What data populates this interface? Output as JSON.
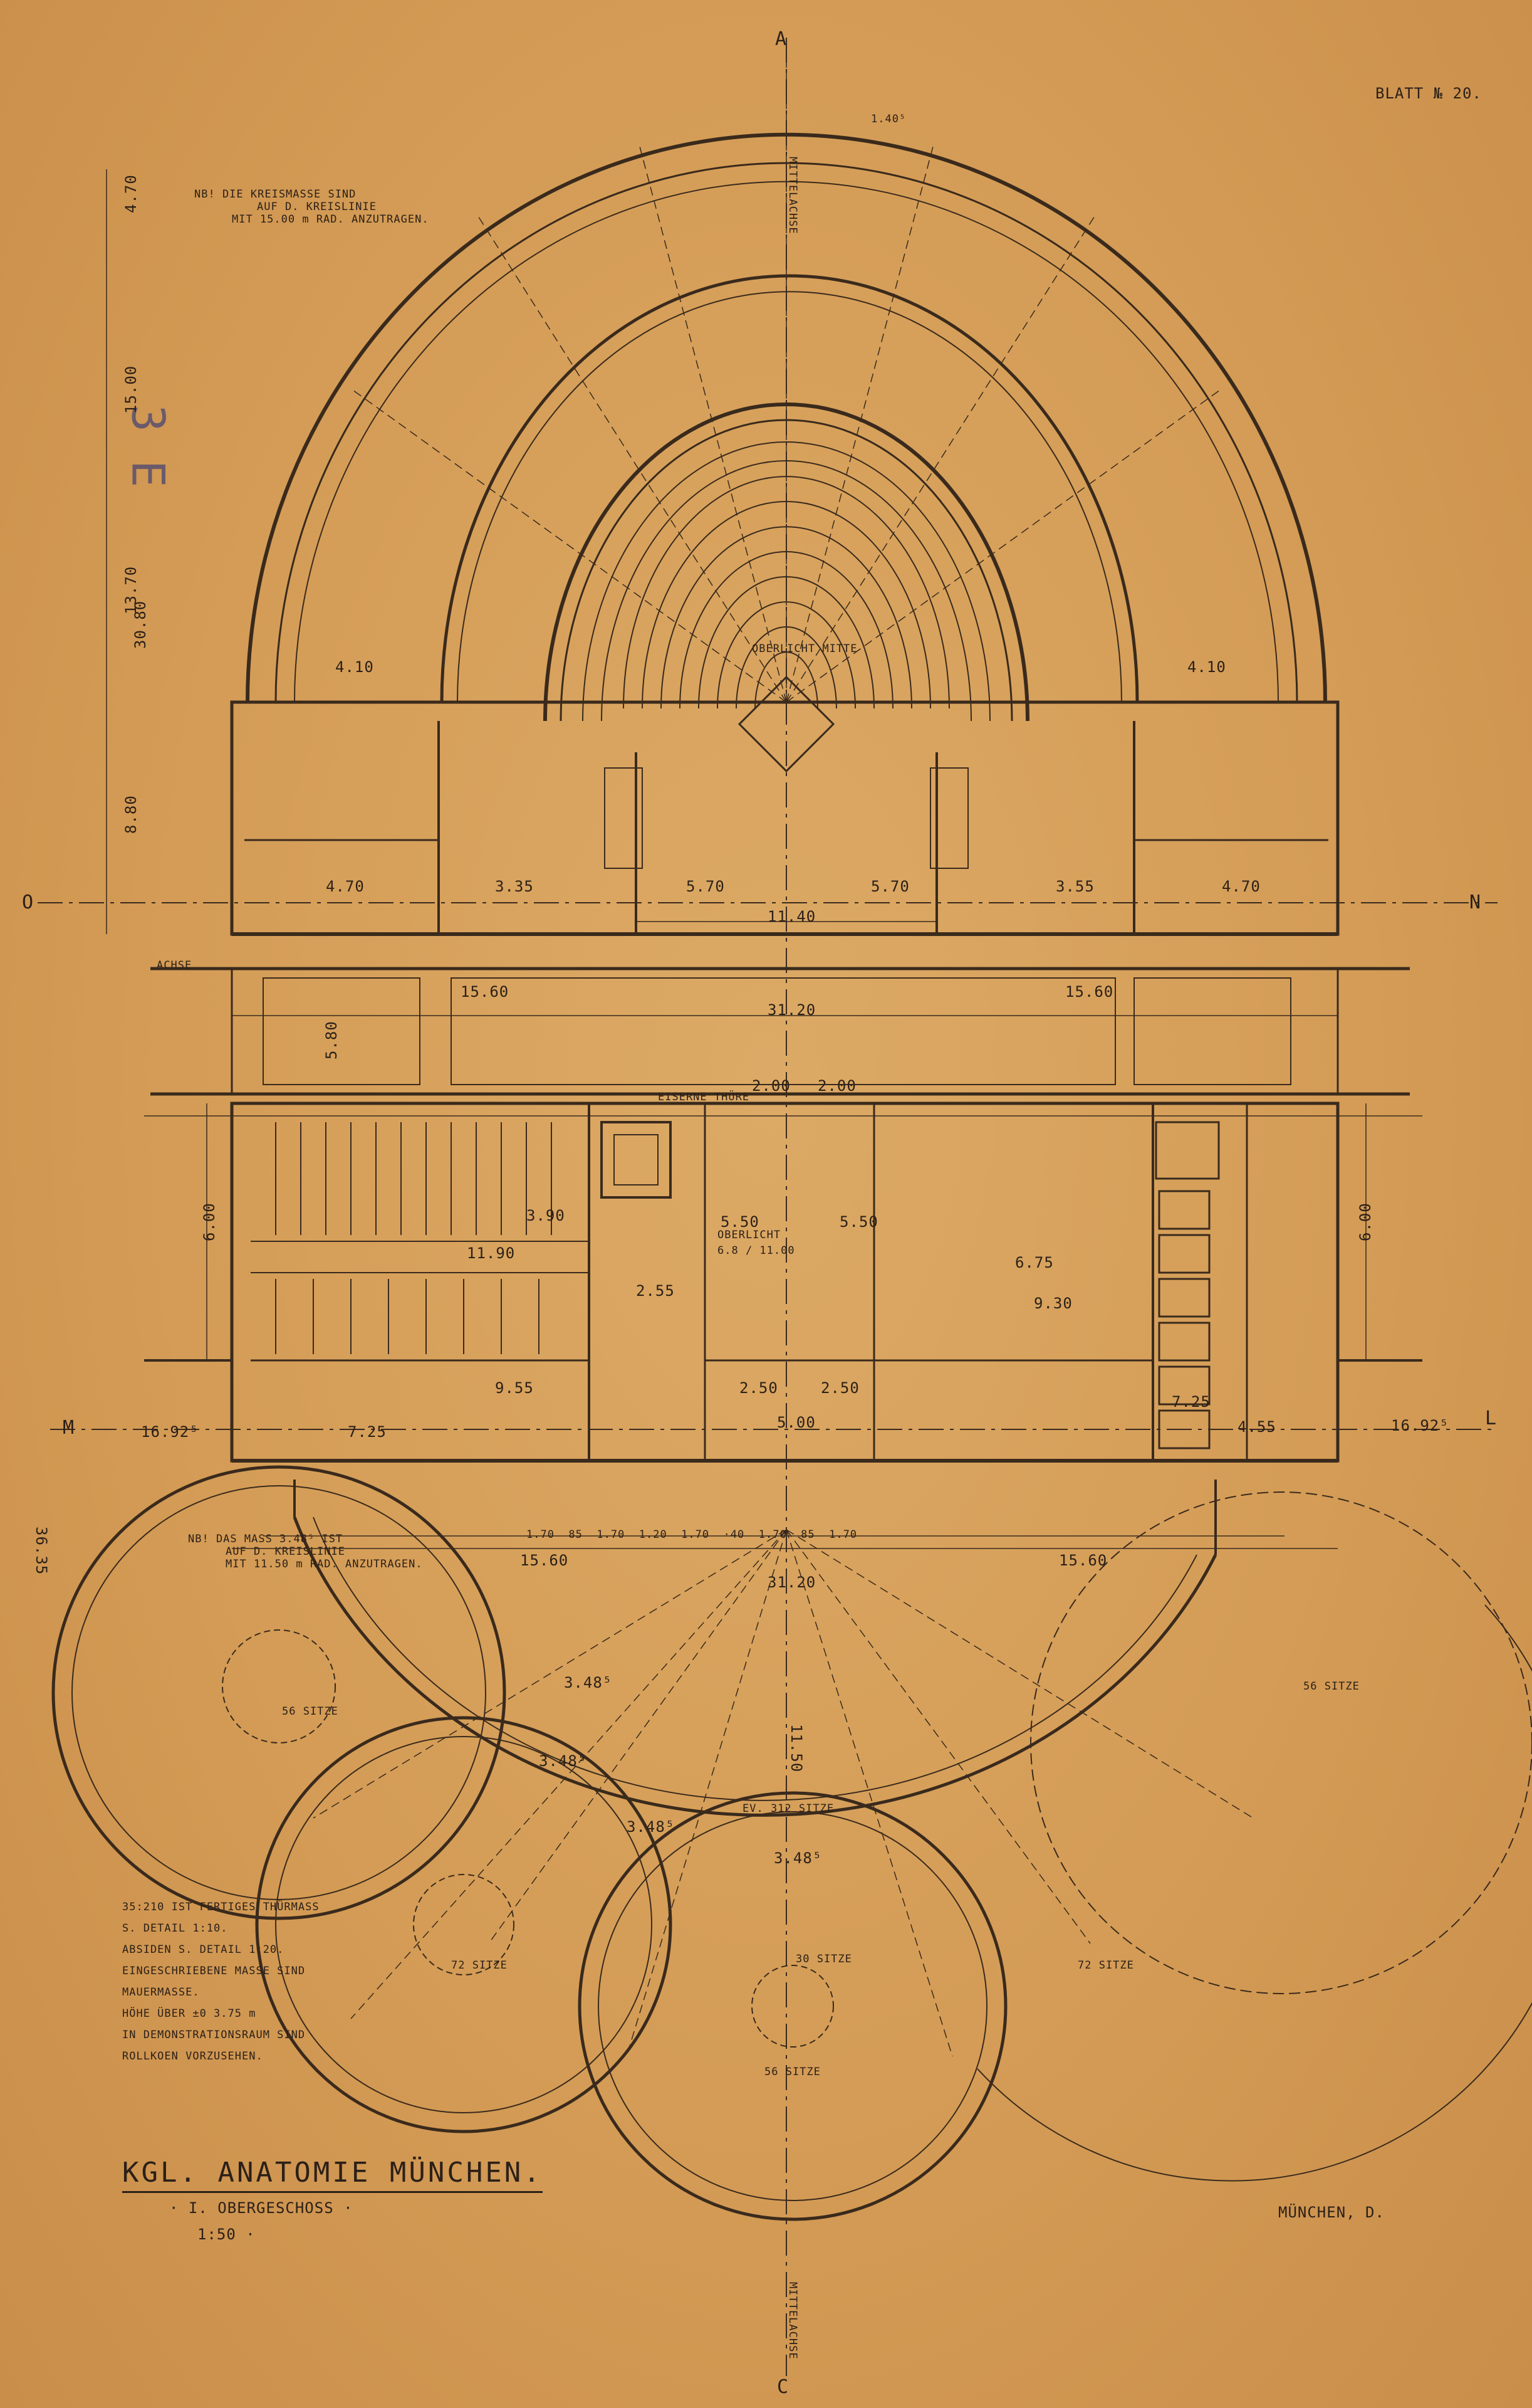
{
  "sheet": {
    "number": "BLATT № 20.",
    "title": "KGL. ANATOMIE MÜNCHEN.",
    "floor": "· I. OBERGESCHOSS ·",
    "scale": "1:50 ·",
    "place": "MÜNCHEN, D.",
    "stamp": "3 E"
  },
  "axes": {
    "top": "A",
    "bottom": "C",
    "left_upper": "O",
    "right_upper": "N",
    "left_lower": "M",
    "right_lower": "L"
  },
  "notes": {
    "upper_lines": [
      "NB! DIE KREISMASSE SIND",
      "AUF D. KREISLINIE",
      "MIT 15.00 m RAD. ANZUTRAGEN."
    ],
    "lower_lines": [
      "NB! DAS MASS 3.48⁵ IST",
      "AUF D. KREISLINIE",
      "MIT 11.50 m RAD. ANZUTRAGEN."
    ],
    "legend_lines": [
      "35:210 IST FERTIGES THÜRMASS",
      "S. DETAIL 1:10.",
      "ABSIDEN S. DETAIL 1:20.",
      "EINGESCHRIEBENE MASSE SIND",
      "MAUERMASSE.",
      "HÖHE ÜBER ±0 3.75 m",
      "IN DEMONSTRATIONSRAUM SIND",
      "ROLLKOEN VORZUSEHEN."
    ]
  },
  "labels": {
    "mittelachse_top": "MITTELACHSE",
    "mittelachse_bottom": "MITTELACHSE",
    "achse": "ACHSE",
    "oberlicht_mitte": "OBERLICHT MITTE",
    "oberlicht": "OBERLICHT",
    "oberlicht_dim": "6.8 / 11.00",
    "eisenschrank": "EISERNE THÜRE",
    "seats_main": "EV. 312 SITZE",
    "seats_right": "72 SITZE",
    "seats_mid": "56 SITZE",
    "seats_left": "56 SITZE",
    "seats_left2": "72 SITZE",
    "seats_right_top": "56 SITZE",
    "seats_mid2": "30 SITZE"
  },
  "dimensions": {
    "d_3120_top": "31.20",
    "d_1560_l": "15.60",
    "d_1560_r": "15.60",
    "d_1140": "11.40",
    "d_570_l": "5.70",
    "d_570_r": "5.70",
    "d_470_l": "4.70",
    "d_470_r": "4.70",
    "d_355_l": "3.35",
    "d_355_r": "3.55",
    "d_410_l": "4.10",
    "d_410_r": "4.10",
    "d_200_l": "2.00",
    "d_200_r": "2.00",
    "d_1190": "11.90",
    "d_955": "9.55",
    "d_930": "9.30",
    "d_675": "6.75",
    "d_550_l": "5.50",
    "d_550_r": "5.50",
    "d_390": "3.90",
    "d_255": "2.55",
    "d_250_l": "2.50",
    "d_250_r": "2.50",
    "d_500": "5.00",
    "d_455": "4.55",
    "d_1692_l": "16.92⁵",
    "d_1692_r": "16.92⁵",
    "d_3120_bot": "31.20",
    "d_1560_bl": "15.60",
    "d_1560_br": "15.60",
    "d_1150": "11.50",
    "d_348a": "3.48⁵",
    "d_348b": "3.48⁵",
    "d_348c": "3.48⁵",
    "d_348d": "3.48⁵",
    "d_1370": "13.70",
    "d_1500": "15.00",
    "d_880": "8.80",
    "d_600_l": "6.00",
    "d_600_r": "6.00",
    "d_580": "5.80",
    "d_470_top": "4.70",
    "d_140": "1.40⁵",
    "d_3080": "30.80",
    "d_3635": "36.35",
    "d_725_l": "7.25",
    "d_725_r": "7.25",
    "d_170": "1.70  85  1.70  1.20  1.70  ·40  1.70  85  1.70"
  }
}
